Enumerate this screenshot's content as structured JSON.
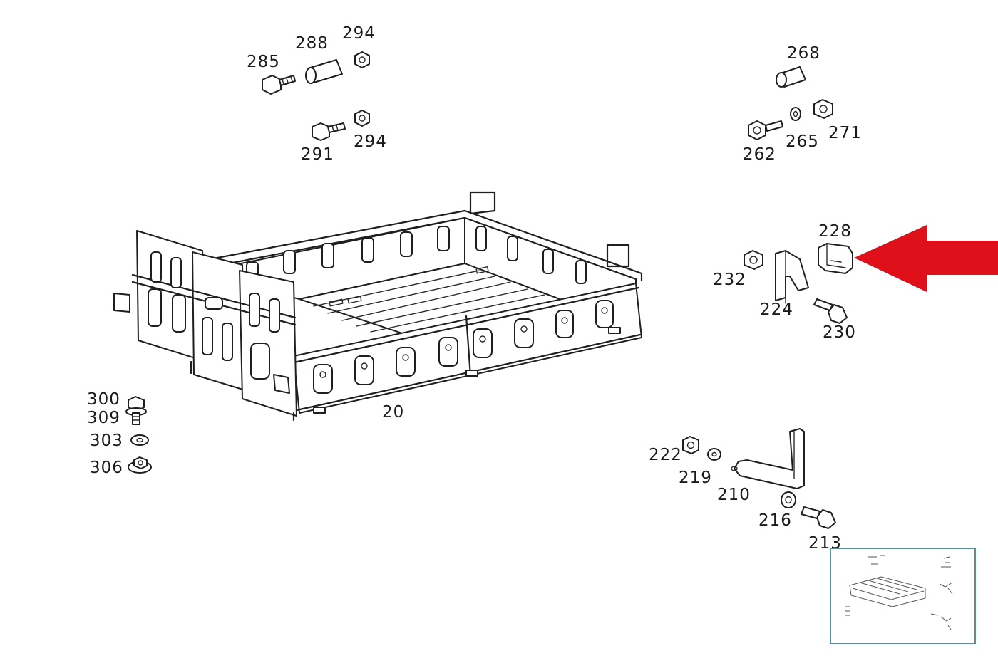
{
  "diagram": {
    "part_labels": {
      "p20": "20",
      "p210": "210",
      "p213": "213",
      "p216": "216",
      "p219": "219",
      "p222": "222",
      "p224": "224",
      "p228": "228",
      "p230": "230",
      "p232": "232",
      "p262": "262",
      "p265": "265",
      "p268": "268",
      "p271": "271",
      "p285": "285",
      "p288": "288",
      "p291": "291",
      "p294a": "294",
      "p294b": "294",
      "p300": "300",
      "p303": "303",
      "p306": "306",
      "p309": "309"
    },
    "highlight": {
      "target_part": "228",
      "arrow_color": "#e0101a"
    },
    "colors": {
      "line": "#1f1f1f",
      "inset_border": "#5a8f9a"
    },
    "icons": {
      "arrow": "red-arrow-left-icon",
      "inset": "overview-thumbnail"
    }
  }
}
